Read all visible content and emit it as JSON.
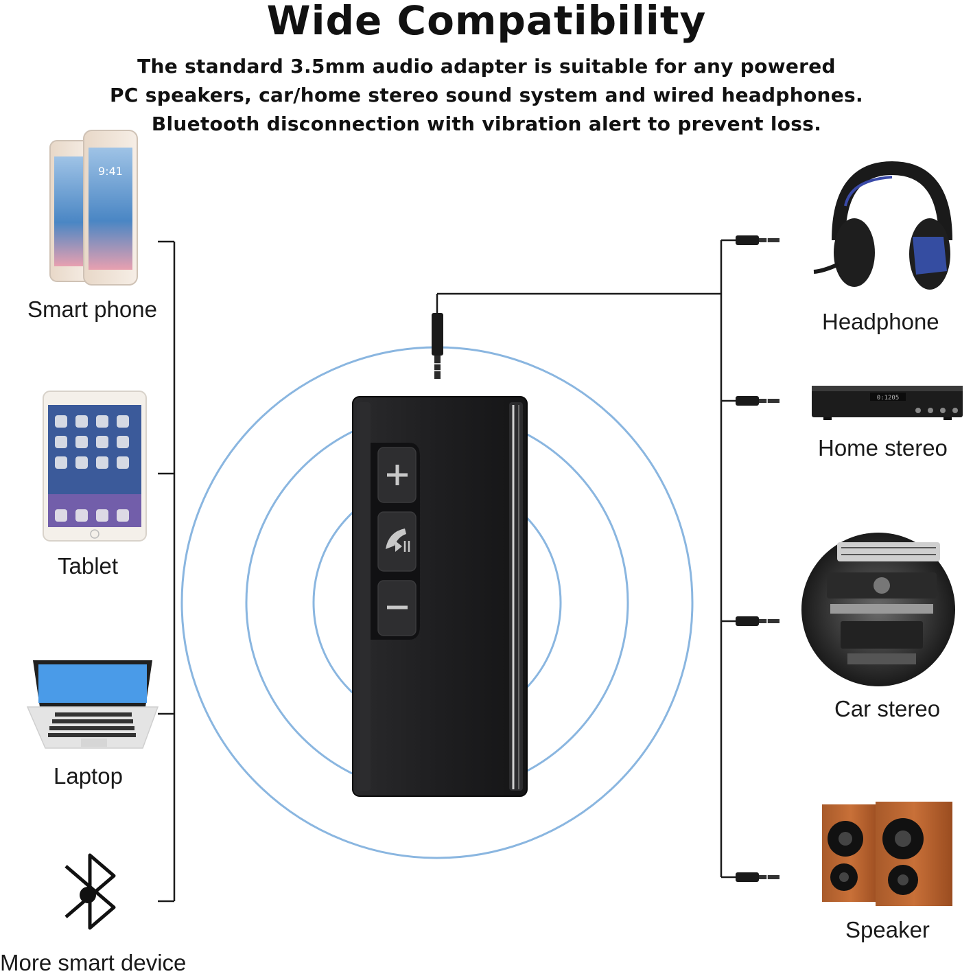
{
  "header": {
    "title": "Wide Compatibility",
    "lines": [
      "The standard 3.5mm audio adapter is suitable for any powered",
      "PC speakers, car/home stereo sound system and wired headphones.",
      "Bluetooth disconnection with vibration alert to prevent loss."
    ]
  },
  "sources": [
    {
      "label": "Smart phone",
      "icon": "smartphone-icon"
    },
    {
      "label": "Tablet",
      "icon": "tablet-icon"
    },
    {
      "label": "Laptop",
      "icon": "laptop-icon"
    },
    {
      "label": "More smart device",
      "icon": "bluetooth-icon"
    }
  ],
  "outputs": [
    {
      "label": "Headphone",
      "icon": "headphone-icon"
    },
    {
      "label": "Home stereo",
      "icon": "home-stereo-icon"
    },
    {
      "label": "Car stereo",
      "icon": "car-stereo-icon"
    },
    {
      "label": "Speaker",
      "icon": "speaker-icon"
    }
  ],
  "device": {
    "buttons": [
      "volume-up",
      "call-play-pause",
      "volume-down"
    ],
    "button_symbols": [
      "+",
      "−"
    ],
    "colors": {
      "body": "#1c1c1e",
      "waves": "#8ab6e0",
      "lines": "#1a1a1a"
    }
  }
}
